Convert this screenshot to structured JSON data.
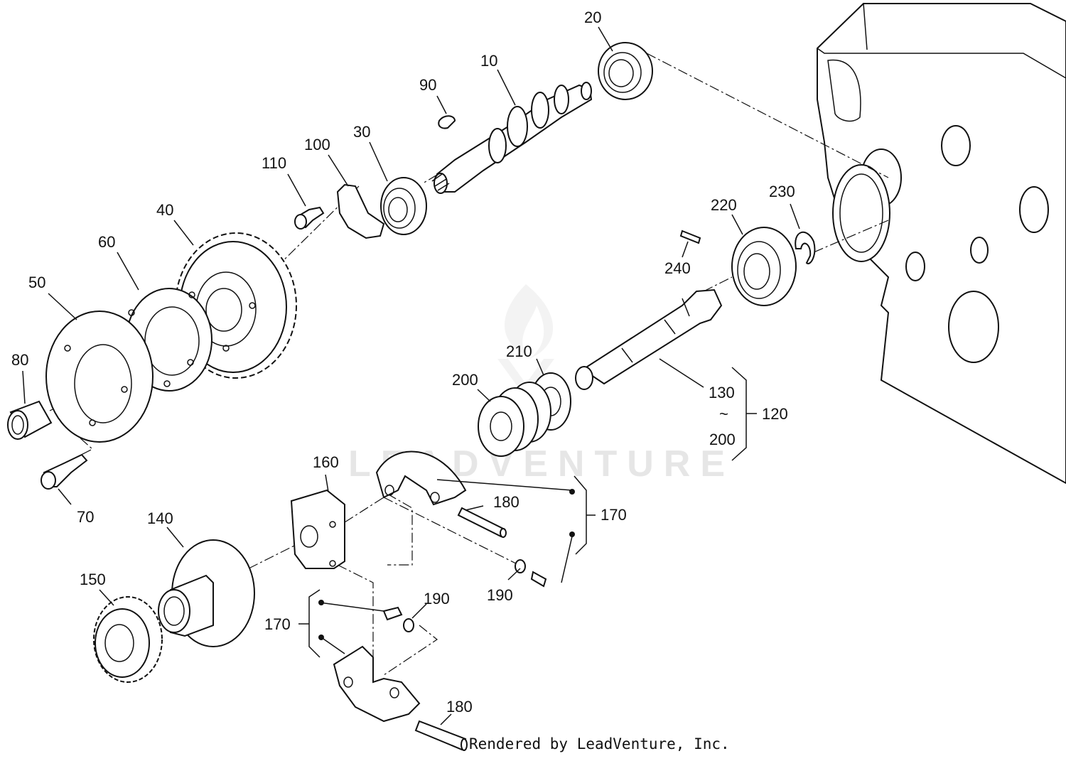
{
  "callouts": {
    "c10": "10",
    "c20": "20",
    "c30": "30",
    "c40": "40",
    "c50": "50",
    "c60": "60",
    "c70": "70",
    "c80": "80",
    "c90": "90",
    "c100": "100",
    "c110": "110",
    "c120": "120",
    "c130": "130",
    "c140": "140",
    "c150": "150",
    "c160": "160",
    "c170a": "170",
    "c170b": "170",
    "c180a": "180",
    "c180b": "180",
    "c190a": "190",
    "c190b": "190",
    "c200a": "200",
    "c200b": "200",
    "c210": "210",
    "c220": "220",
    "c230": "230",
    "c240": "240",
    "tilde": "~"
  },
  "watermark": "LEADVENTURE",
  "footer": "Rendered by LeadVenture, Inc."
}
